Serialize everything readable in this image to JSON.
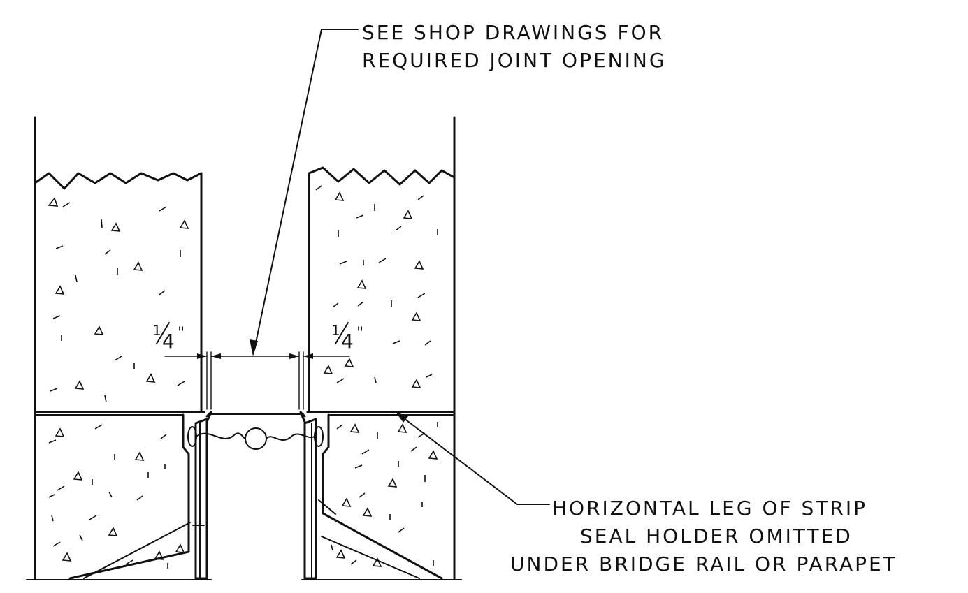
{
  "notes": {
    "joint_opening": [
      "SEE SHOP DRAWINGS FOR",
      "REQUIRED JOINT OPENING"
    ],
    "horizontal_leg": [
      "HORIZONTAL LEG OF STRIP",
      "SEAL HOLDER OMITTED",
      "UNDER BRIDGE RAIL OR PARAPET"
    ]
  },
  "dimensions": {
    "left": {
      "numerator": "1",
      "denominator": "4",
      "unit": "\""
    },
    "right": {
      "numerator": "1",
      "denominator": "4",
      "unit": "\""
    }
  }
}
